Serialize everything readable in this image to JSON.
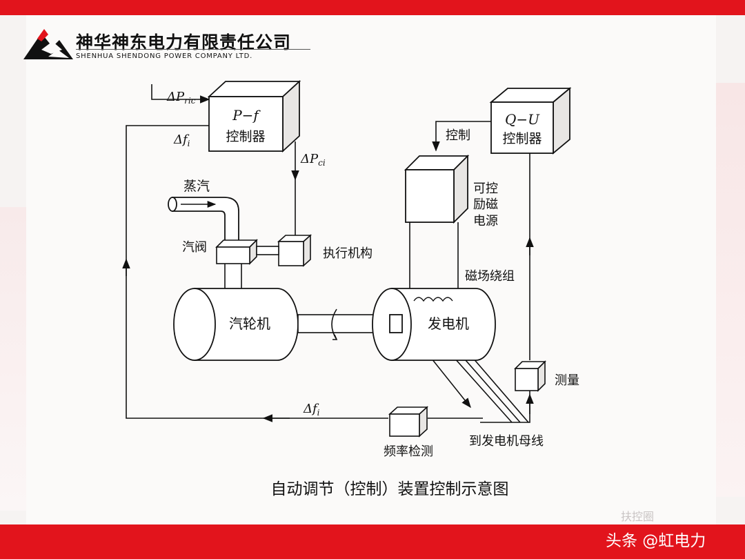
{
  "company": {
    "name_cn": "神华神东电力有限责任公司",
    "name_en": "SHENHUA SHENDONG POWER COMPANY LTD."
  },
  "diagram": {
    "caption": "自动调节（控制）装置控制示意图",
    "labels": {
      "delta_p_ric": "ΔP",
      "delta_p_ric_sub": "ric",
      "delta_f_i_in": "Δf",
      "delta_f_i_in_sub": "i",
      "delta_p_ci": "ΔP",
      "delta_p_ci_sub": "ci",
      "delta_f_i_bottom": "Δf",
      "delta_f_i_bottom_sub": "i",
      "pf_title": "P−f",
      "pf_sub": "控制器",
      "qu_title": "Q−U",
      "qu_sub": "控制器",
      "control": "控制",
      "excitation_1": "可控",
      "excitation_2": "励磁",
      "excitation_3": "电源",
      "steam": "蒸汽",
      "valve": "汽阀",
      "actuator": "执行机构",
      "field_winding": "磁场绕组",
      "turbine": "汽轮机",
      "generator": "发电机",
      "measure": "测量",
      "freq_detect": "频率检测",
      "to_bus": "到发电机母线"
    }
  },
  "footer": {
    "brand": "头条 @虹电力",
    "watermark": "扶控圈"
  },
  "colors": {
    "accent_red": "#e2141c",
    "line": "#111111"
  }
}
